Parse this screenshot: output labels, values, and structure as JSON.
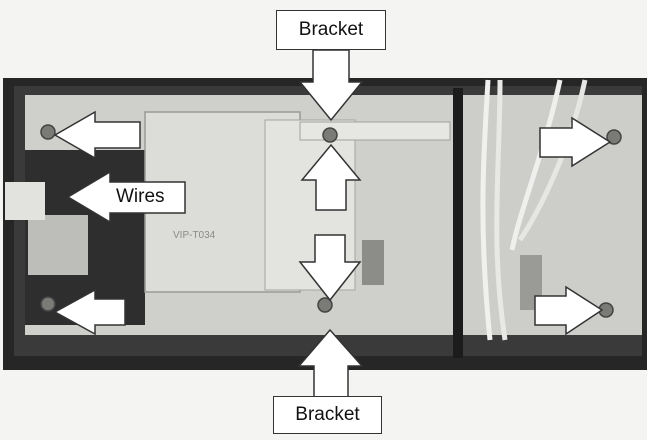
{
  "labels": {
    "bracket_top": "Bracket",
    "bracket_bottom": "Bracket",
    "wires": "Wires"
  },
  "photo_printing": {
    "part_marking": "VIP-T034"
  },
  "colors": {
    "background": "#f4f4f2",
    "frame": "#2b2b2b",
    "panel": "#c9c9c6",
    "arrow_fill": "#ffffff",
    "arrow_stroke": "#333333"
  }
}
